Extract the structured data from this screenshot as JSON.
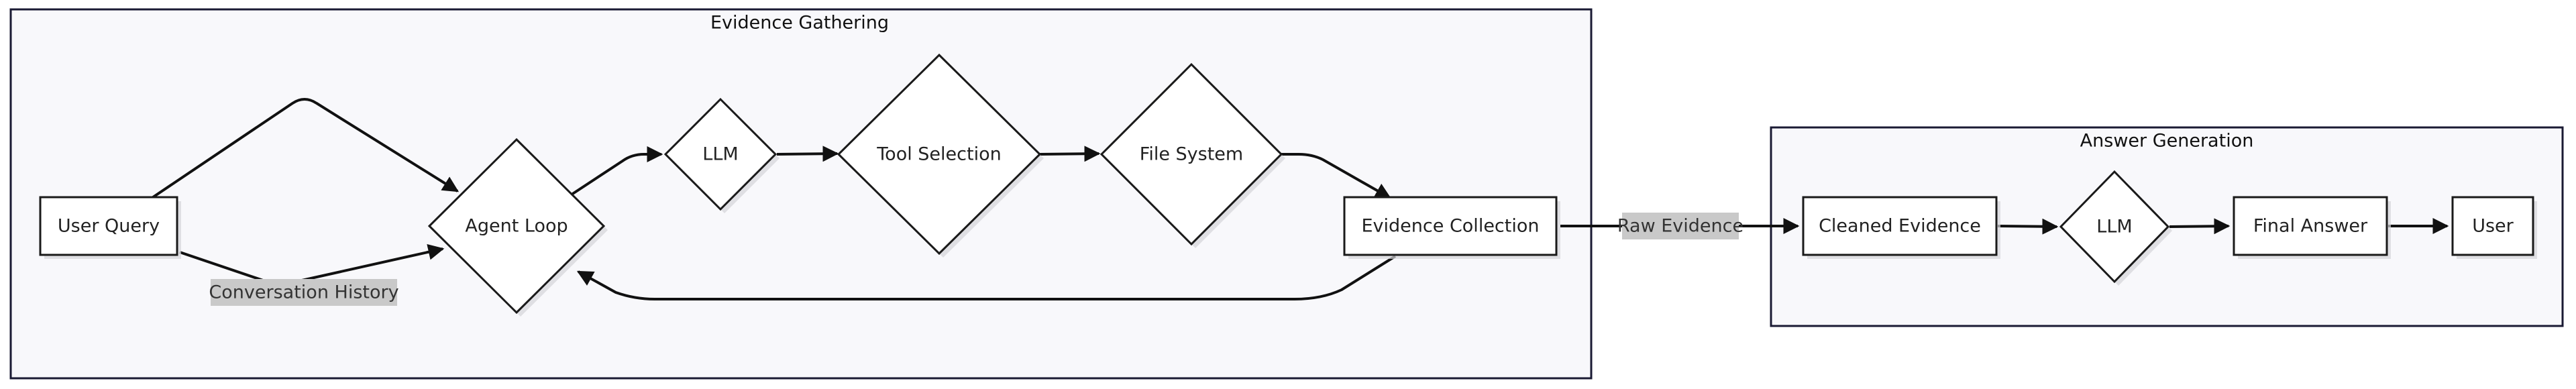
{
  "clusters": {
    "evidence_gathering": "Evidence Gathering",
    "answer_generation": "Answer Generation"
  },
  "nodes": {
    "user_query": "User Query",
    "agent_loop": "Agent Loop",
    "llm_1": "LLM",
    "tool_selection": "Tool Selection",
    "file_system": "File System",
    "evidence_collection": "Evidence Collection",
    "cleaned_evidence": "Cleaned Evidence",
    "llm_2": "LLM",
    "final_answer": "Final Answer",
    "user": "User"
  },
  "edge_labels": {
    "conversation_history": "Conversation History",
    "raw_evidence": "Raw Evidence"
  },
  "colors": {
    "cluster_fill": "#f8f8fb",
    "node_fill": "#ffffff",
    "stroke": "#1a1a1a",
    "edge_label_bg": "#c9c9c9"
  }
}
